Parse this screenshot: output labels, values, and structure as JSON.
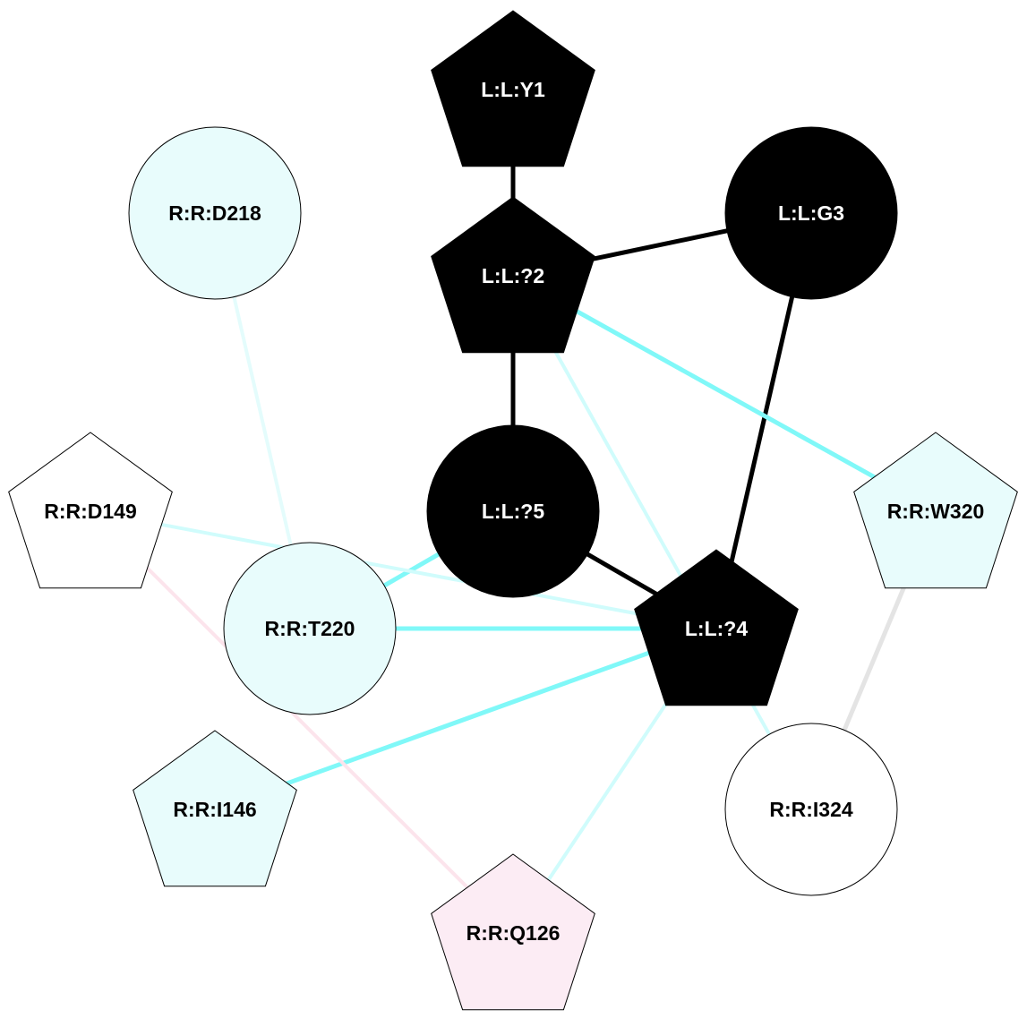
{
  "diagram": {
    "nodes": [
      {
        "id": "L:L:Y1",
        "label": "L:L:Y1",
        "shape": "pentagon",
        "fill": "#000000",
        "text_color": "#ffffff",
        "stroke": "#000000"
      },
      {
        "id": "L:L:?2",
        "label": "L:L:?2",
        "shape": "pentagon",
        "fill": "#000000",
        "text_color": "#ffffff",
        "stroke": "#000000"
      },
      {
        "id": "L:L:G3",
        "label": "L:L:G3",
        "shape": "circle",
        "fill": "#000000",
        "text_color": "#ffffff",
        "stroke": "#000000"
      },
      {
        "id": "L:L:?5",
        "label": "L:L:?5",
        "shape": "circle",
        "fill": "#000000",
        "text_color": "#ffffff",
        "stroke": "#000000"
      },
      {
        "id": "L:L:?4",
        "label": "L:L:?4",
        "shape": "pentagon",
        "fill": "#000000",
        "text_color": "#ffffff",
        "stroke": "#000000"
      },
      {
        "id": "R:R:D218",
        "label": "R:R:D218",
        "shape": "circle",
        "fill": "#e8fcfc",
        "text_color": "#000000",
        "stroke": "#000000"
      },
      {
        "id": "R:R:D149",
        "label": "R:R:D149",
        "shape": "pentagon",
        "fill": "#ffffff",
        "text_color": "#000000",
        "stroke": "#000000"
      },
      {
        "id": "R:R:T220",
        "label": "R:R:T220",
        "shape": "circle",
        "fill": "#e8fcfc",
        "text_color": "#000000",
        "stroke": "#000000"
      },
      {
        "id": "R:R:W320",
        "label": "R:R:W320",
        "shape": "pentagon",
        "fill": "#e8fcfc",
        "text_color": "#000000",
        "stroke": "#000000"
      },
      {
        "id": "R:R:I146",
        "label": "R:R:I146",
        "shape": "pentagon",
        "fill": "#e8fcfc",
        "text_color": "#000000",
        "stroke": "#000000"
      },
      {
        "id": "R:R:I324",
        "label": "R:R:I324",
        "shape": "circle",
        "fill": "#ffffff",
        "text_color": "#000000",
        "stroke": "#000000"
      },
      {
        "id": "R:R:Q126",
        "label": "R:R:Q126",
        "shape": "pentagon",
        "fill": "#fcecf4",
        "text_color": "#000000",
        "stroke": "#000000"
      }
    ],
    "edges": [
      {
        "source": "L:L:Y1",
        "target": "L:L:?2",
        "color": "#000000"
      },
      {
        "source": "L:L:?2",
        "target": "L:L:G3",
        "color": "#000000"
      },
      {
        "source": "L:L:?2",
        "target": "L:L:?5",
        "color": "#000000"
      },
      {
        "source": "L:L:G3",
        "target": "L:L:?4",
        "color": "#000000"
      },
      {
        "source": "L:L:?5",
        "target": "L:L:?4",
        "color": "#000000"
      },
      {
        "source": "L:L:?2",
        "target": "R:R:W320",
        "color": "#80f8f8"
      },
      {
        "source": "L:L:?2",
        "target": "R:R:I324",
        "color": "#d0fcfc"
      },
      {
        "source": "L:L:?5",
        "target": "R:R:T220",
        "color": "#80f8f8"
      },
      {
        "source": "L:L:?4",
        "target": "R:R:T220",
        "color": "#80f8f8"
      },
      {
        "source": "L:L:?4",
        "target": "R:R:I146",
        "color": "#80f8f8"
      },
      {
        "source": "L:L:?4",
        "target": "R:R:D149",
        "color": "#d0fcfc"
      },
      {
        "source": "L:L:?4",
        "target": "R:R:Q126",
        "color": "#d0fcfc"
      },
      {
        "source": "R:R:D218",
        "target": "R:R:T220",
        "color": "#e4fcfc"
      },
      {
        "source": "R:R:D149",
        "target": "R:R:Q126",
        "color": "#fce4ec"
      },
      {
        "source": "R:R:W320",
        "target": "R:R:I324",
        "color": "#e4e4e4"
      }
    ]
  }
}
